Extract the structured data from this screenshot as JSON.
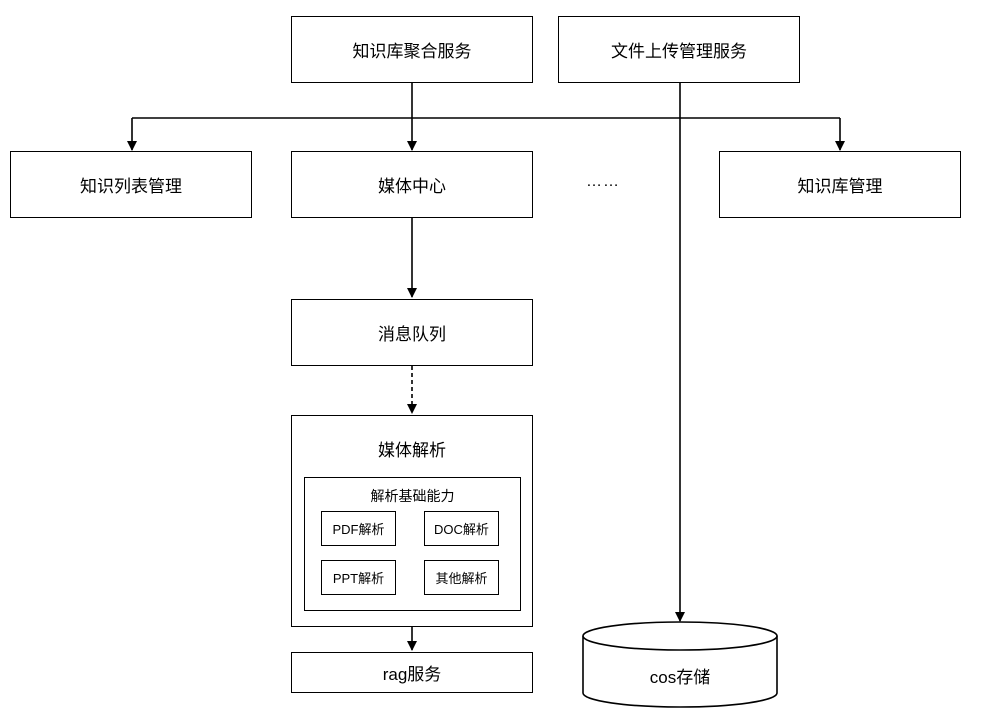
{
  "nodes": {
    "aggregation_service": "知识库聚合服务",
    "file_upload_service": "文件上传管理服务",
    "kb_list_management": "知识列表管理",
    "media_center": "媒体中心",
    "ellipsis": "……",
    "kb_management": "知识库管理",
    "message_queue": "消息队列",
    "media_parsing": "媒体解析",
    "parsing_capabilities": "解析基础能力",
    "pdf_parsing": "PDF解析",
    "doc_parsing": "DOC解析",
    "ppt_parsing": "PPT解析",
    "other_parsing": "其他解析",
    "rag_service": "rag服务",
    "cos_storage": "cos存储"
  }
}
